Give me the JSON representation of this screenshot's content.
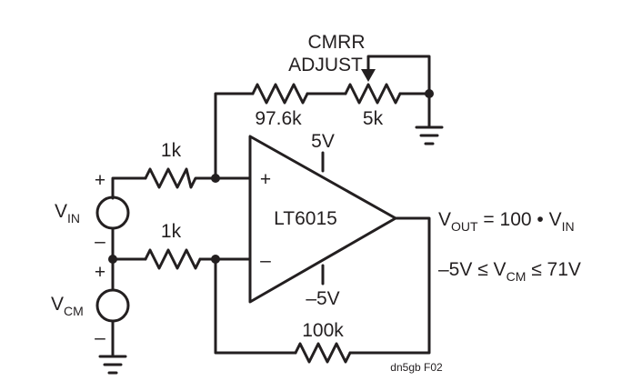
{
  "labels": {
    "cmrr_line1": "CMRR",
    "cmrr_line2": "ADJUST",
    "r_top_left": "97.6k",
    "r_top_right": "5k",
    "r_in_plus": "1k",
    "r_in_minus": "1k",
    "r_feedback": "100k",
    "supply_pos": "5V",
    "supply_neg": "–5V",
    "opamp_name": "LT6015",
    "opamp_plus": "+",
    "opamp_minus": "–",
    "vin_v": "V",
    "vin_sub": "IN",
    "vin_plus": "+",
    "vin_minus": "–",
    "vcm_v": "V",
    "vcm_sub": "CM",
    "vcm_plus": "+",
    "vcm_minus": "–",
    "vout_v": "V",
    "vout_sub": "OUT",
    "vout_mid": " = 100 • V",
    "vout_sub2": "IN",
    "range_pre": "–5V ≤ V",
    "range_sub": "CM",
    "range_post": " ≤ 71V",
    "figure_id": "dn5gb F02"
  },
  "colors": {
    "ink": "#231f20",
    "background": "#ffffff"
  }
}
